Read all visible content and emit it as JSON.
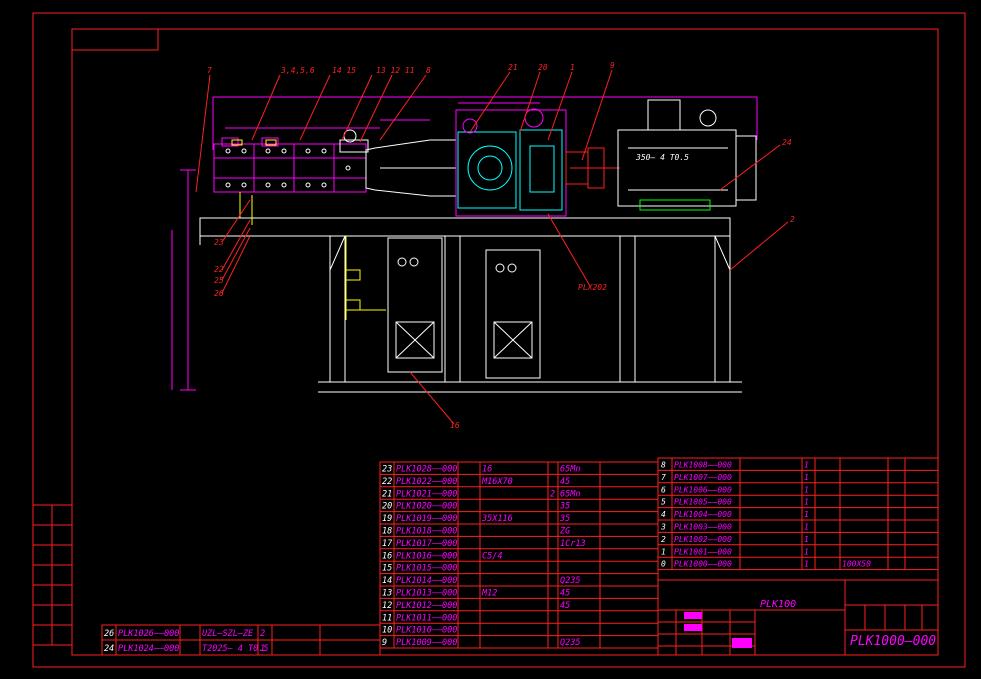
{
  "colors": {
    "frame": "#ff2020",
    "white": "#ffffff",
    "magenta": "#ff00ff",
    "cyan": "#00ffff",
    "yellow": "#ffff00",
    "green": "#00ff00",
    "red": "#ff0000"
  },
  "title_block": {
    "drawing_number": "PLK1000—000",
    "drawing_name": "PLK100"
  },
  "callouts": {
    "c_top_1": "7",
    "c_top_2": "3,4,5,6",
    "c_top_3": "14 15",
    "c_top_4": "13 12 11",
    "c_top_5": "8",
    "c_top_6": "21",
    "c_top_7": "20",
    "c_top_8": "1",
    "c_top_9": "9",
    "c_right_1": "24",
    "c_right_2": "2",
    "c_left_1": "23",
    "c_left_2": "22",
    "c_left_3": "25",
    "c_left_4": "26",
    "c_bottom_1": "16",
    "c_mid_1": "PLX202",
    "motor_label": "350— 4  T0.5"
  },
  "bom_left": [
    {
      "no": "23",
      "code": "PLK1028——000",
      "name": "",
      "spec": "16",
      "qty": "",
      "mat": "65Mn"
    },
    {
      "no": "22",
      "code": "PLK1022——000",
      "name": "",
      "spec": "M16X70",
      "qty": "",
      "mat": "45"
    },
    {
      "no": "21",
      "code": "PLK1021——000",
      "name": "",
      "spec": "",
      "qty": "2",
      "mat": "65Mn"
    },
    {
      "no": "20",
      "code": "PLK1020——000",
      "name": "",
      "spec": "",
      "qty": "",
      "mat": "35"
    },
    {
      "no": "19",
      "code": "PLK1019——000",
      "name": "",
      "spec": "35X116",
      "qty": "",
      "mat": "35"
    },
    {
      "no": "18",
      "code": "PLK1018——000",
      "name": "",
      "spec": "",
      "qty": "",
      "mat": "ZG"
    },
    {
      "no": "17",
      "code": "PLK1017——000",
      "name": "",
      "spec": "",
      "qty": "",
      "mat": "1Cr13"
    },
    {
      "no": "16",
      "code": "PLK1016——000",
      "name": "",
      "spec": "C5/4",
      "qty": "",
      "mat": ""
    },
    {
      "no": "15",
      "code": "PLK1015——000",
      "name": "",
      "spec": "",
      "qty": "",
      "mat": ""
    },
    {
      "no": "14",
      "code": "PLK1014——000",
      "name": "",
      "spec": "",
      "qty": "",
      "mat": "Q235"
    },
    {
      "no": "13",
      "code": "PLK1013——000",
      "name": "",
      "spec": "M12",
      "qty": "",
      "mat": "45"
    },
    {
      "no": "12",
      "code": "PLK1012——000",
      "name": "",
      "spec": "",
      "qty": "",
      "mat": "45"
    },
    {
      "no": "11",
      "code": "PLK1011——000",
      "name": "",
      "spec": "",
      "qty": "",
      "mat": ""
    },
    {
      "no": "10",
      "code": "PLK1010——000",
      "name": "",
      "spec": "",
      "qty": "",
      "mat": ""
    },
    {
      "no": "9",
      "code": "PLK1009——000",
      "name": "",
      "spec": "",
      "qty": "",
      "mat": "Q235"
    }
  ],
  "bom_right": [
    {
      "no": "8",
      "code": "PLK1008——000",
      "qty": "1"
    },
    {
      "no": "7",
      "code": "PLK1007——000",
      "qty": "1"
    },
    {
      "no": "6",
      "code": "PLK1006——000",
      "qty": "1"
    },
    {
      "no": "5",
      "code": "PLK1005——000",
      "qty": "1"
    },
    {
      "no": "4",
      "code": "PLK1004——000",
      "qty": "1"
    },
    {
      "no": "3",
      "code": "PLK1003——000",
      "qty": "1"
    },
    {
      "no": "2",
      "code": "PLK1002——000",
      "qty": "1"
    },
    {
      "no": "1",
      "code": "PLK1001——000",
      "qty": "1"
    },
    {
      "no": "0",
      "code": "PLK1000——000",
      "qty": "1",
      "spec": "100X50"
    }
  ],
  "bom_bottom": [
    {
      "no": "26",
      "code": "PLK1026——000",
      "spec": "UZL—SZL—ZE",
      "qty": "2"
    },
    {
      "no": "24",
      "code": "PLK1024——000",
      "spec": "T2025— 4  T0.5",
      "qty": "1"
    }
  ]
}
